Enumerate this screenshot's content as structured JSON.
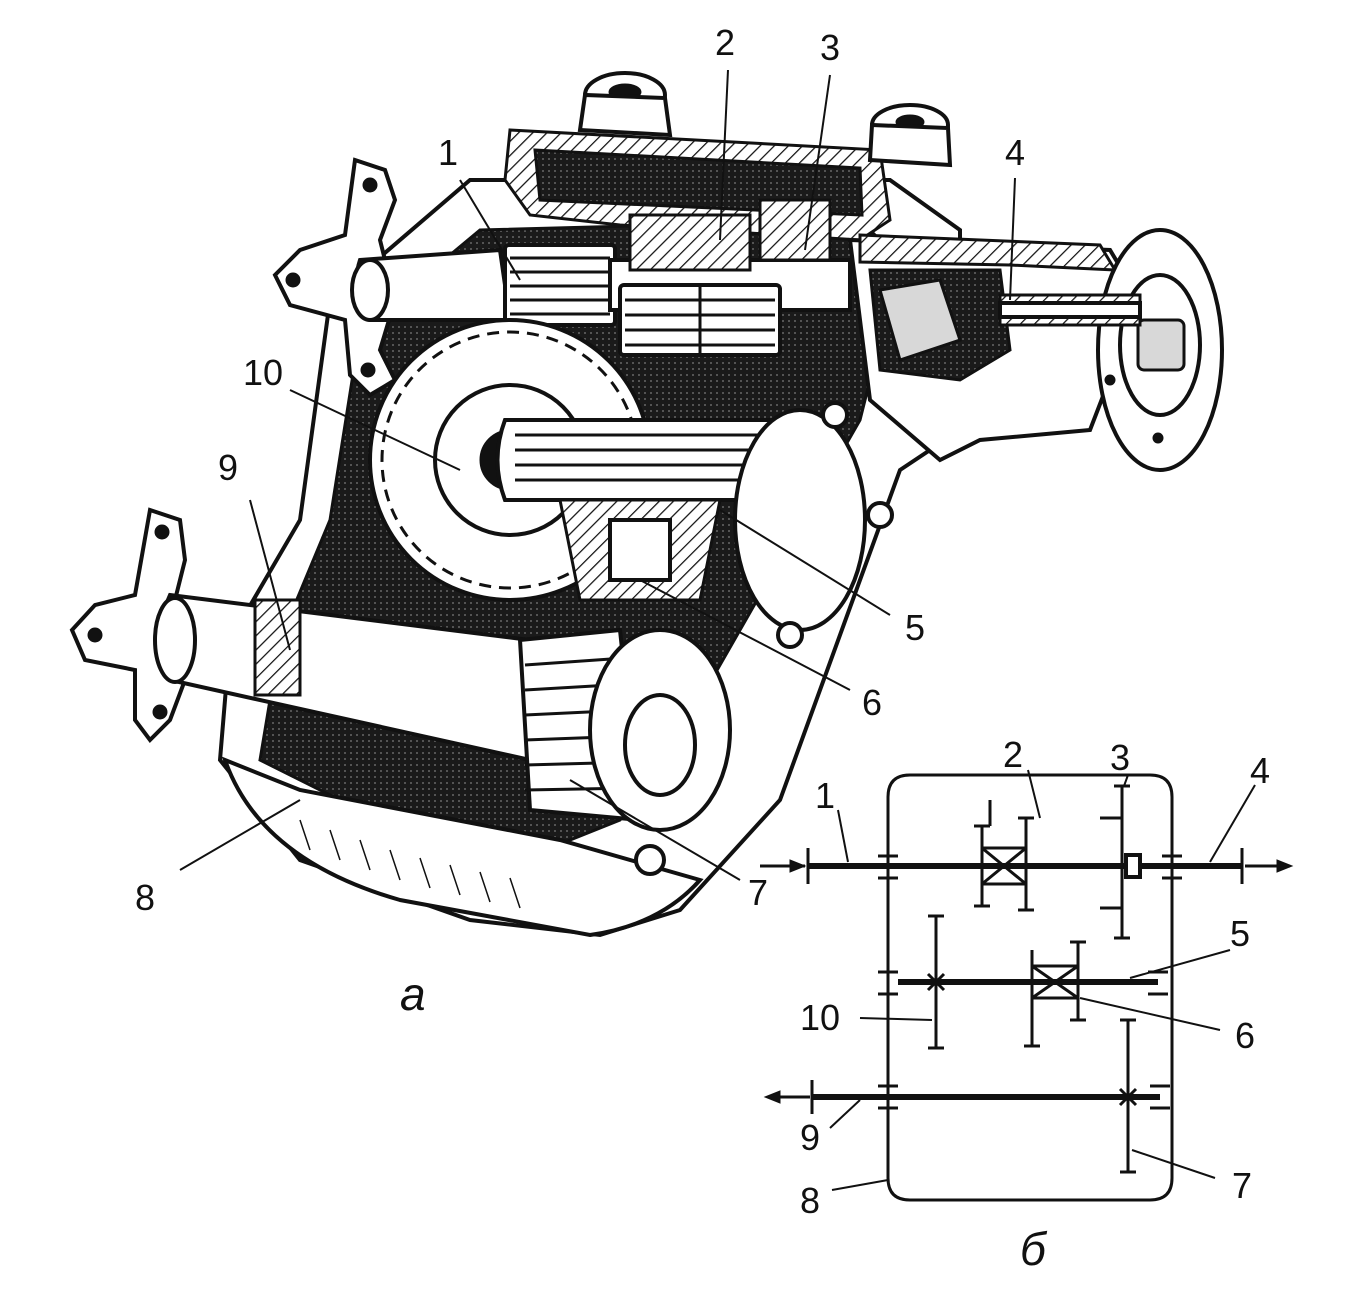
{
  "figure": {
    "panel_a": "а",
    "panel_b": "б",
    "drawing_labels": [
      {
        "id": "1",
        "text": "1"
      },
      {
        "id": "2",
        "text": "2"
      },
      {
        "id": "3",
        "text": "3"
      },
      {
        "id": "4",
        "text": "4"
      },
      {
        "id": "5",
        "text": "5"
      },
      {
        "id": "6",
        "text": "6"
      },
      {
        "id": "7",
        "text": "7"
      },
      {
        "id": "8",
        "text": "8"
      },
      {
        "id": "9",
        "text": "9"
      },
      {
        "id": "10",
        "text": "10"
      }
    ],
    "schematic_labels": [
      {
        "id": "1",
        "text": "1"
      },
      {
        "id": "2",
        "text": "2"
      },
      {
        "id": "3",
        "text": "3"
      },
      {
        "id": "4",
        "text": "4"
      },
      {
        "id": "5",
        "text": "5"
      },
      {
        "id": "6",
        "text": "6"
      },
      {
        "id": "7",
        "text": "7"
      },
      {
        "id": "8",
        "text": "8"
      },
      {
        "id": "9",
        "text": "9"
      },
      {
        "id": "10",
        "text": "10"
      }
    ]
  }
}
